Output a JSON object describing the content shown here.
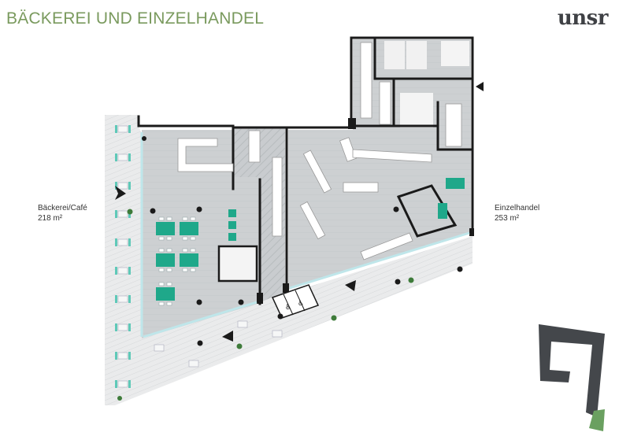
{
  "header": {
    "title": "BÄCKEREI UND EINZELHANDEL",
    "logo_text": "unsr"
  },
  "areas": [
    {
      "name": "Bäckerei/Café",
      "size": "218 m²"
    },
    {
      "name": "Einzelhandel",
      "size": "253 m²"
    }
  ],
  "colors": {
    "title": "#7a9a5e",
    "wall": "#1a1a1a",
    "floor": "#cfd1d3",
    "terrace": "#e8e9ea",
    "accent": "#1fa88a",
    "logo_shape": "#44474b",
    "logo_accent": "#6aa060"
  }
}
